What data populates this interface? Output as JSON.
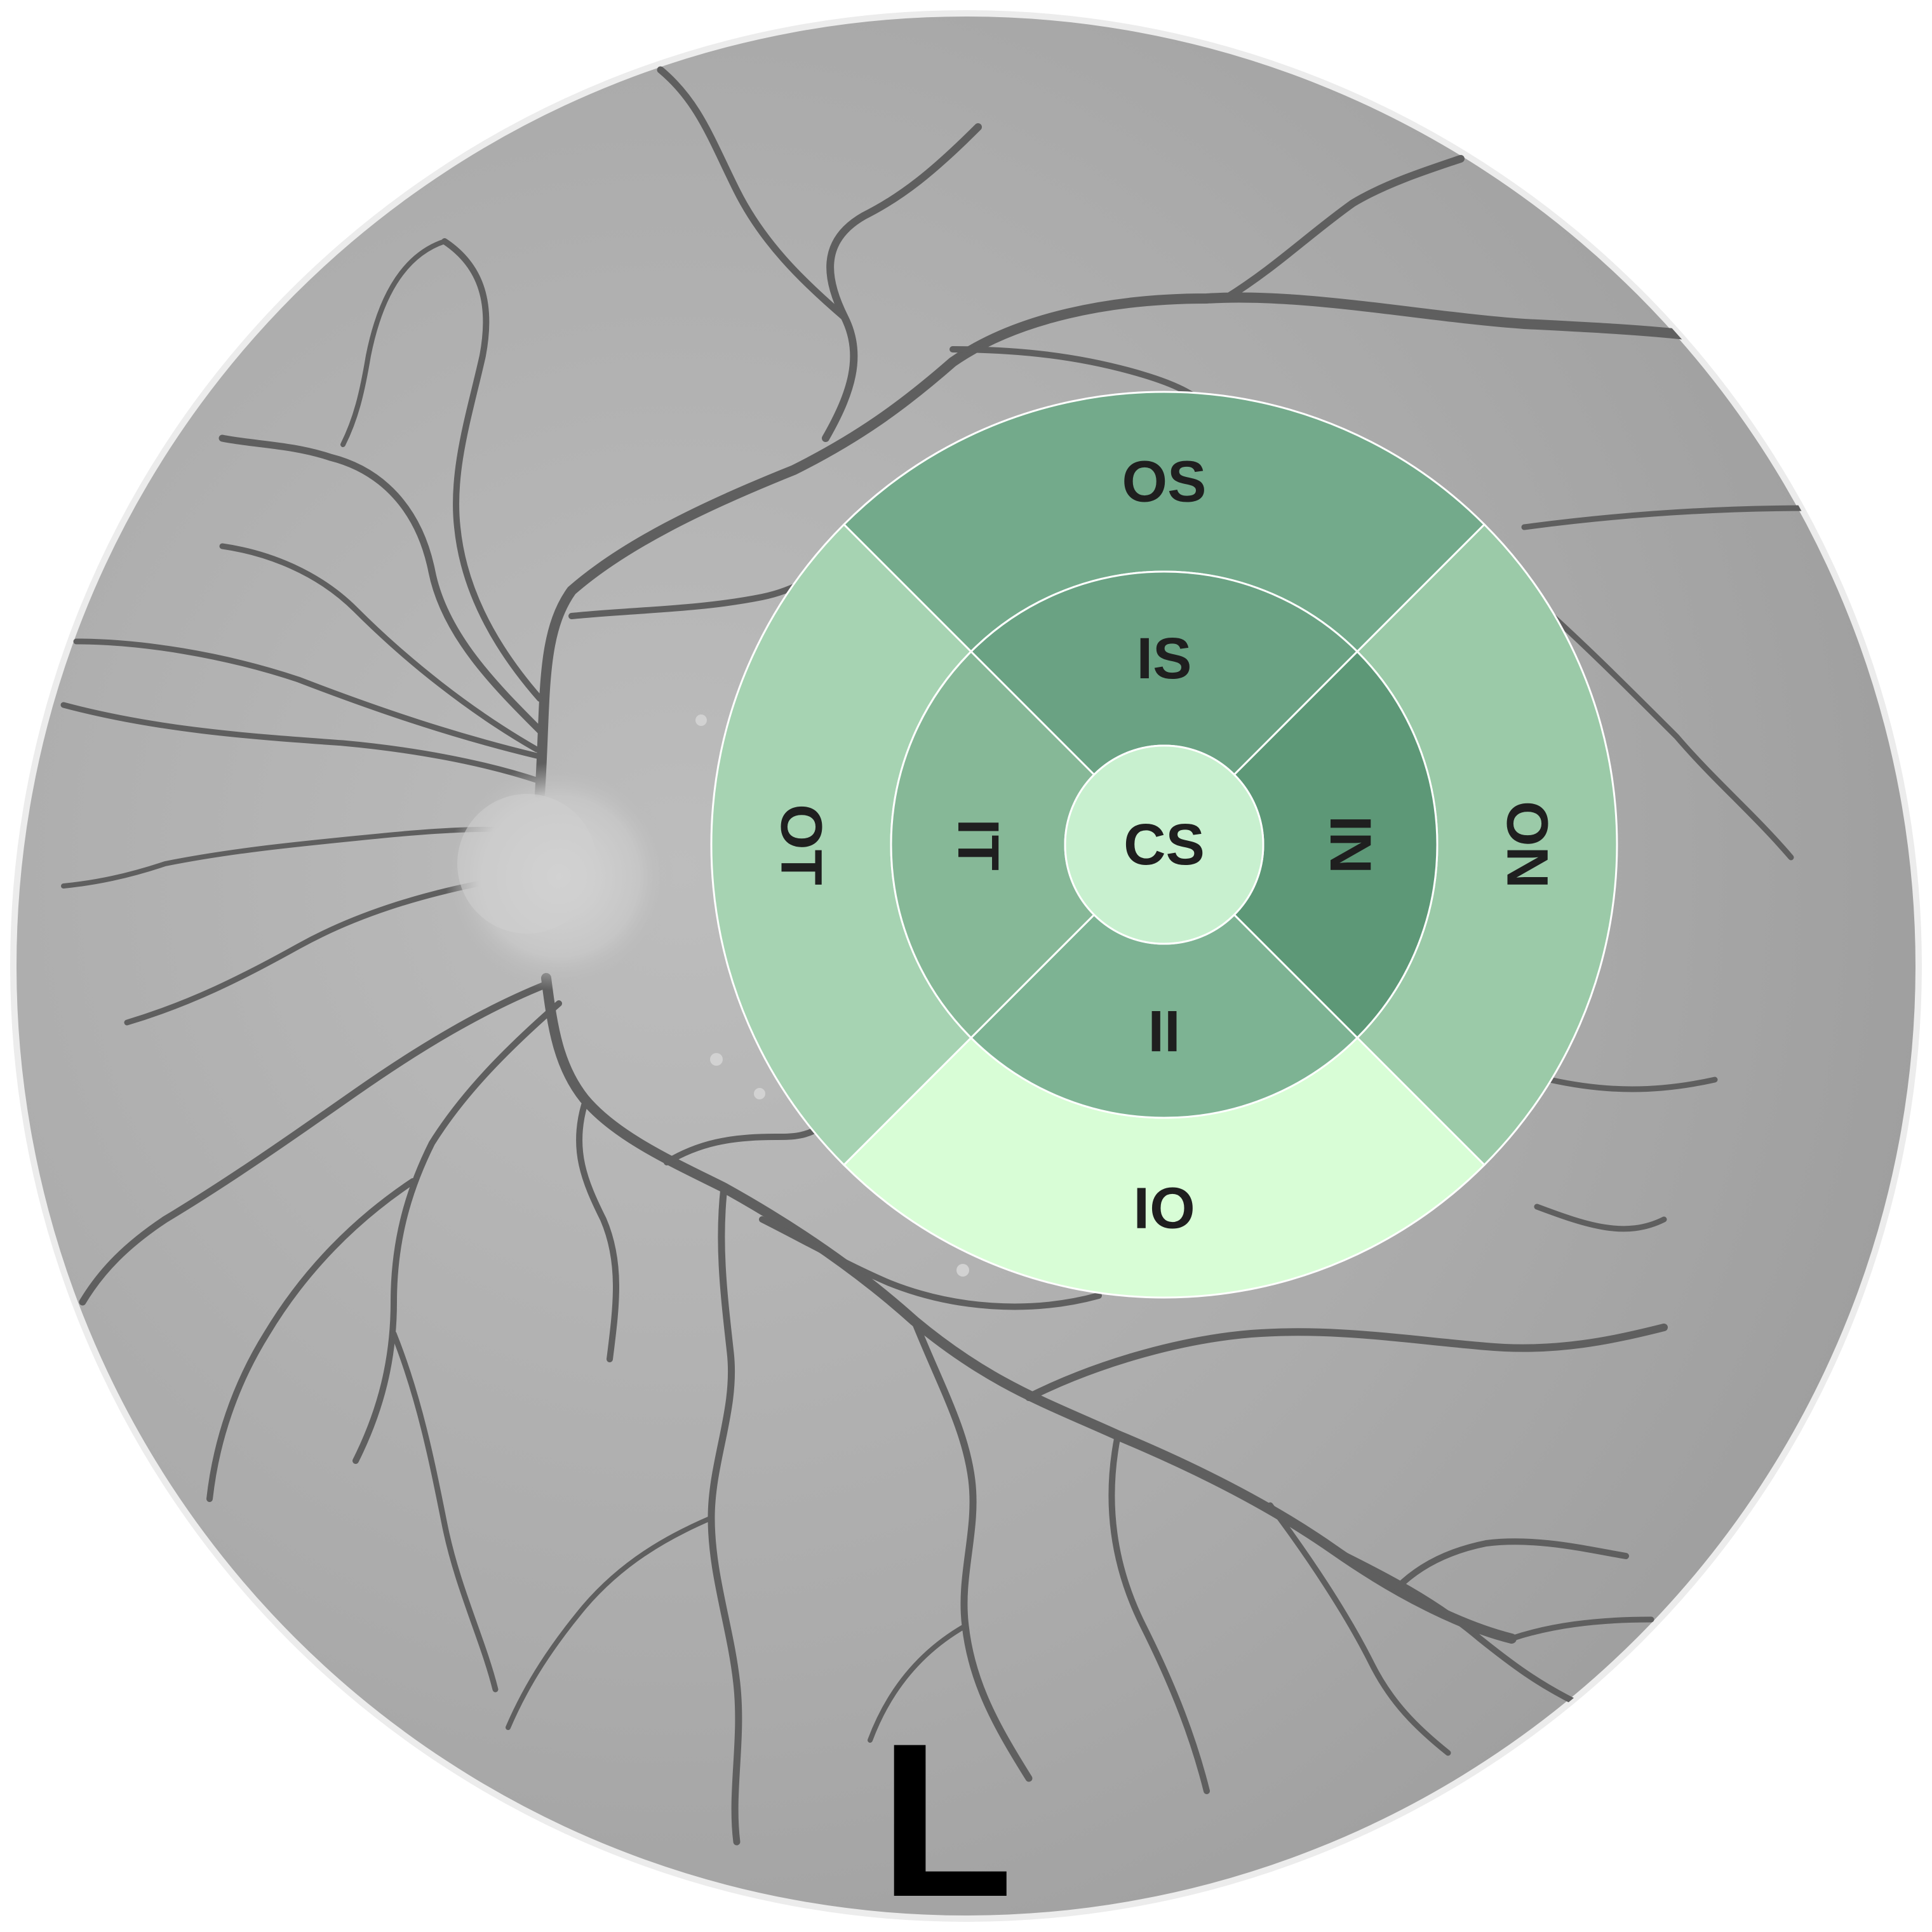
{
  "eye_label": "L",
  "sectors": {
    "center": {
      "label": "CS",
      "color": "#c8f0cf"
    },
    "inner": [
      {
        "id": "inner-superior",
        "label": "IS",
        "color": "#6aa283"
      },
      {
        "id": "inner-nasal",
        "label": "IN",
        "color": "#5d9877"
      },
      {
        "id": "inner-inferior",
        "label": "II",
        "color": "#7db393"
      },
      {
        "id": "inner-temporal",
        "label": "IT",
        "color": "#86b897"
      }
    ],
    "outer": [
      {
        "id": "outer-superior",
        "label": "OS",
        "color": "#73aa8b"
      },
      {
        "id": "outer-nasal",
        "label": "ON",
        "color": "#9bcaa8"
      },
      {
        "id": "outer-inferior",
        "label": "OI",
        "color": "#d8fdd6"
      },
      {
        "id": "outer-temporal",
        "label": "OT",
        "color": "#a6d3b2"
      }
    ]
  },
  "colors": {
    "fundus": "#a8a8a8",
    "vessel": "#5e5e5e",
    "optic_disc": "#c9c9c9",
    "divider": "#ffffff"
  }
}
